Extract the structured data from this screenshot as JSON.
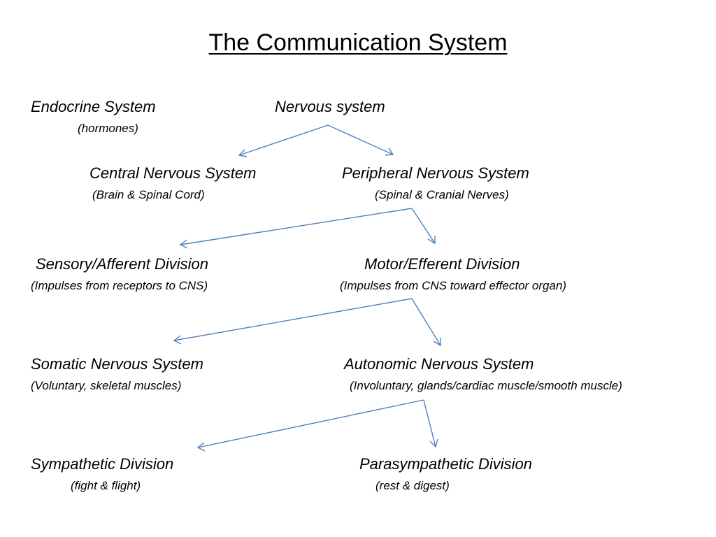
{
  "title": "The Communication System",
  "nodes": {
    "endocrine": {
      "name": "Endocrine System",
      "detail": "(hormones)"
    },
    "nervous": {
      "name": "Nervous system"
    },
    "cns": {
      "name": "Central Nervous System",
      "detail": "(Brain & Spinal Cord)"
    },
    "pns": {
      "name": "Peripheral Nervous System",
      "detail": "(Spinal & Cranial Nerves)"
    },
    "sensory": {
      "name": "Sensory/Afferent Division",
      "detail": "(Impulses from receptors to CNS)"
    },
    "motor": {
      "name": "Motor/Efferent Division",
      "detail": "(Impulses from CNS toward effector organ)"
    },
    "somatic": {
      "name": "Somatic Nervous System",
      "detail": "(Voluntary, skeletal muscles)"
    },
    "autonomic": {
      "name": "Autonomic Nervous System",
      "detail": "(Involuntary, glands/cardiac muscle/smooth muscle)"
    },
    "sympathetic": {
      "name": "Sympathetic Division",
      "detail": "(fight & flight)"
    },
    "parasympathetic": {
      "name": "Parasympathetic Division",
      "detail": "(rest & digest)"
    }
  },
  "colors": {
    "arrow": "#4f81bd",
    "text": "#000000",
    "background": "#ffffff"
  }
}
